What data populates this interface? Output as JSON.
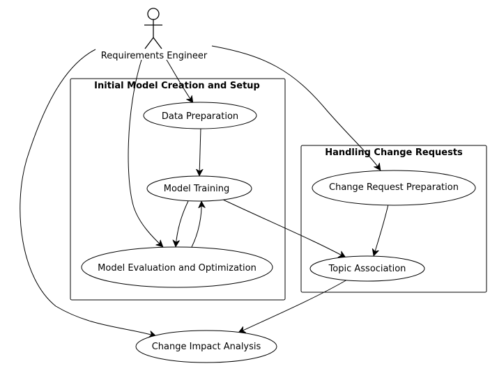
{
  "actor": {
    "label": "Requirements Engineer"
  },
  "packages": {
    "initial": {
      "title": "Initial Model Creation and Setup"
    },
    "change": {
      "title": "Handling Change Requests"
    }
  },
  "usecases": {
    "data_preparation": "Data Preparation",
    "model_training": "Model Training",
    "model_evaluation": "Model Evaluation and Optimization",
    "change_request_preparation": "Change Request Preparation",
    "topic_association": "Topic Association",
    "change_impact_analysis": "Change Impact Analysis"
  }
}
